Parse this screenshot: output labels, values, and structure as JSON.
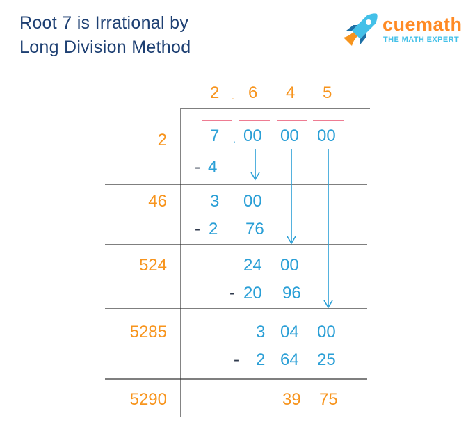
{
  "title": {
    "line1": "Root 7 is Irrational by",
    "line2": "Long Division Method"
  },
  "logo": {
    "brand": "cuemath",
    "tagline": "THE MATH EXPERT",
    "icon": "rocket-icon"
  },
  "colors": {
    "title": "#1d3f72",
    "divisor": "#f7941d",
    "digits": "#2a9fd6",
    "minus": "#2f3a4d",
    "overbar": "#e8506e"
  },
  "quotient": [
    "2",
    ".",
    "6",
    "4",
    "5"
  ],
  "dividend": [
    "7",
    ".",
    "00",
    "00",
    "00"
  ],
  "divisors": [
    "2",
    "46",
    "524",
    "5285",
    "5290"
  ],
  "steps": [
    {
      "subtract": "4"
    },
    {
      "remainder": [
        "3",
        "00"
      ],
      "subtract": [
        "2",
        "76"
      ]
    },
    {
      "remainder": [
        "24",
        "00"
      ],
      "subtract": [
        "20",
        "96"
      ]
    },
    {
      "remainder": [
        "3",
        "04",
        "00"
      ],
      "subtract": [
        "2",
        "64",
        "25"
      ]
    }
  ],
  "final_remainder": [
    "39",
    "75"
  ],
  "minus_sign": "-"
}
